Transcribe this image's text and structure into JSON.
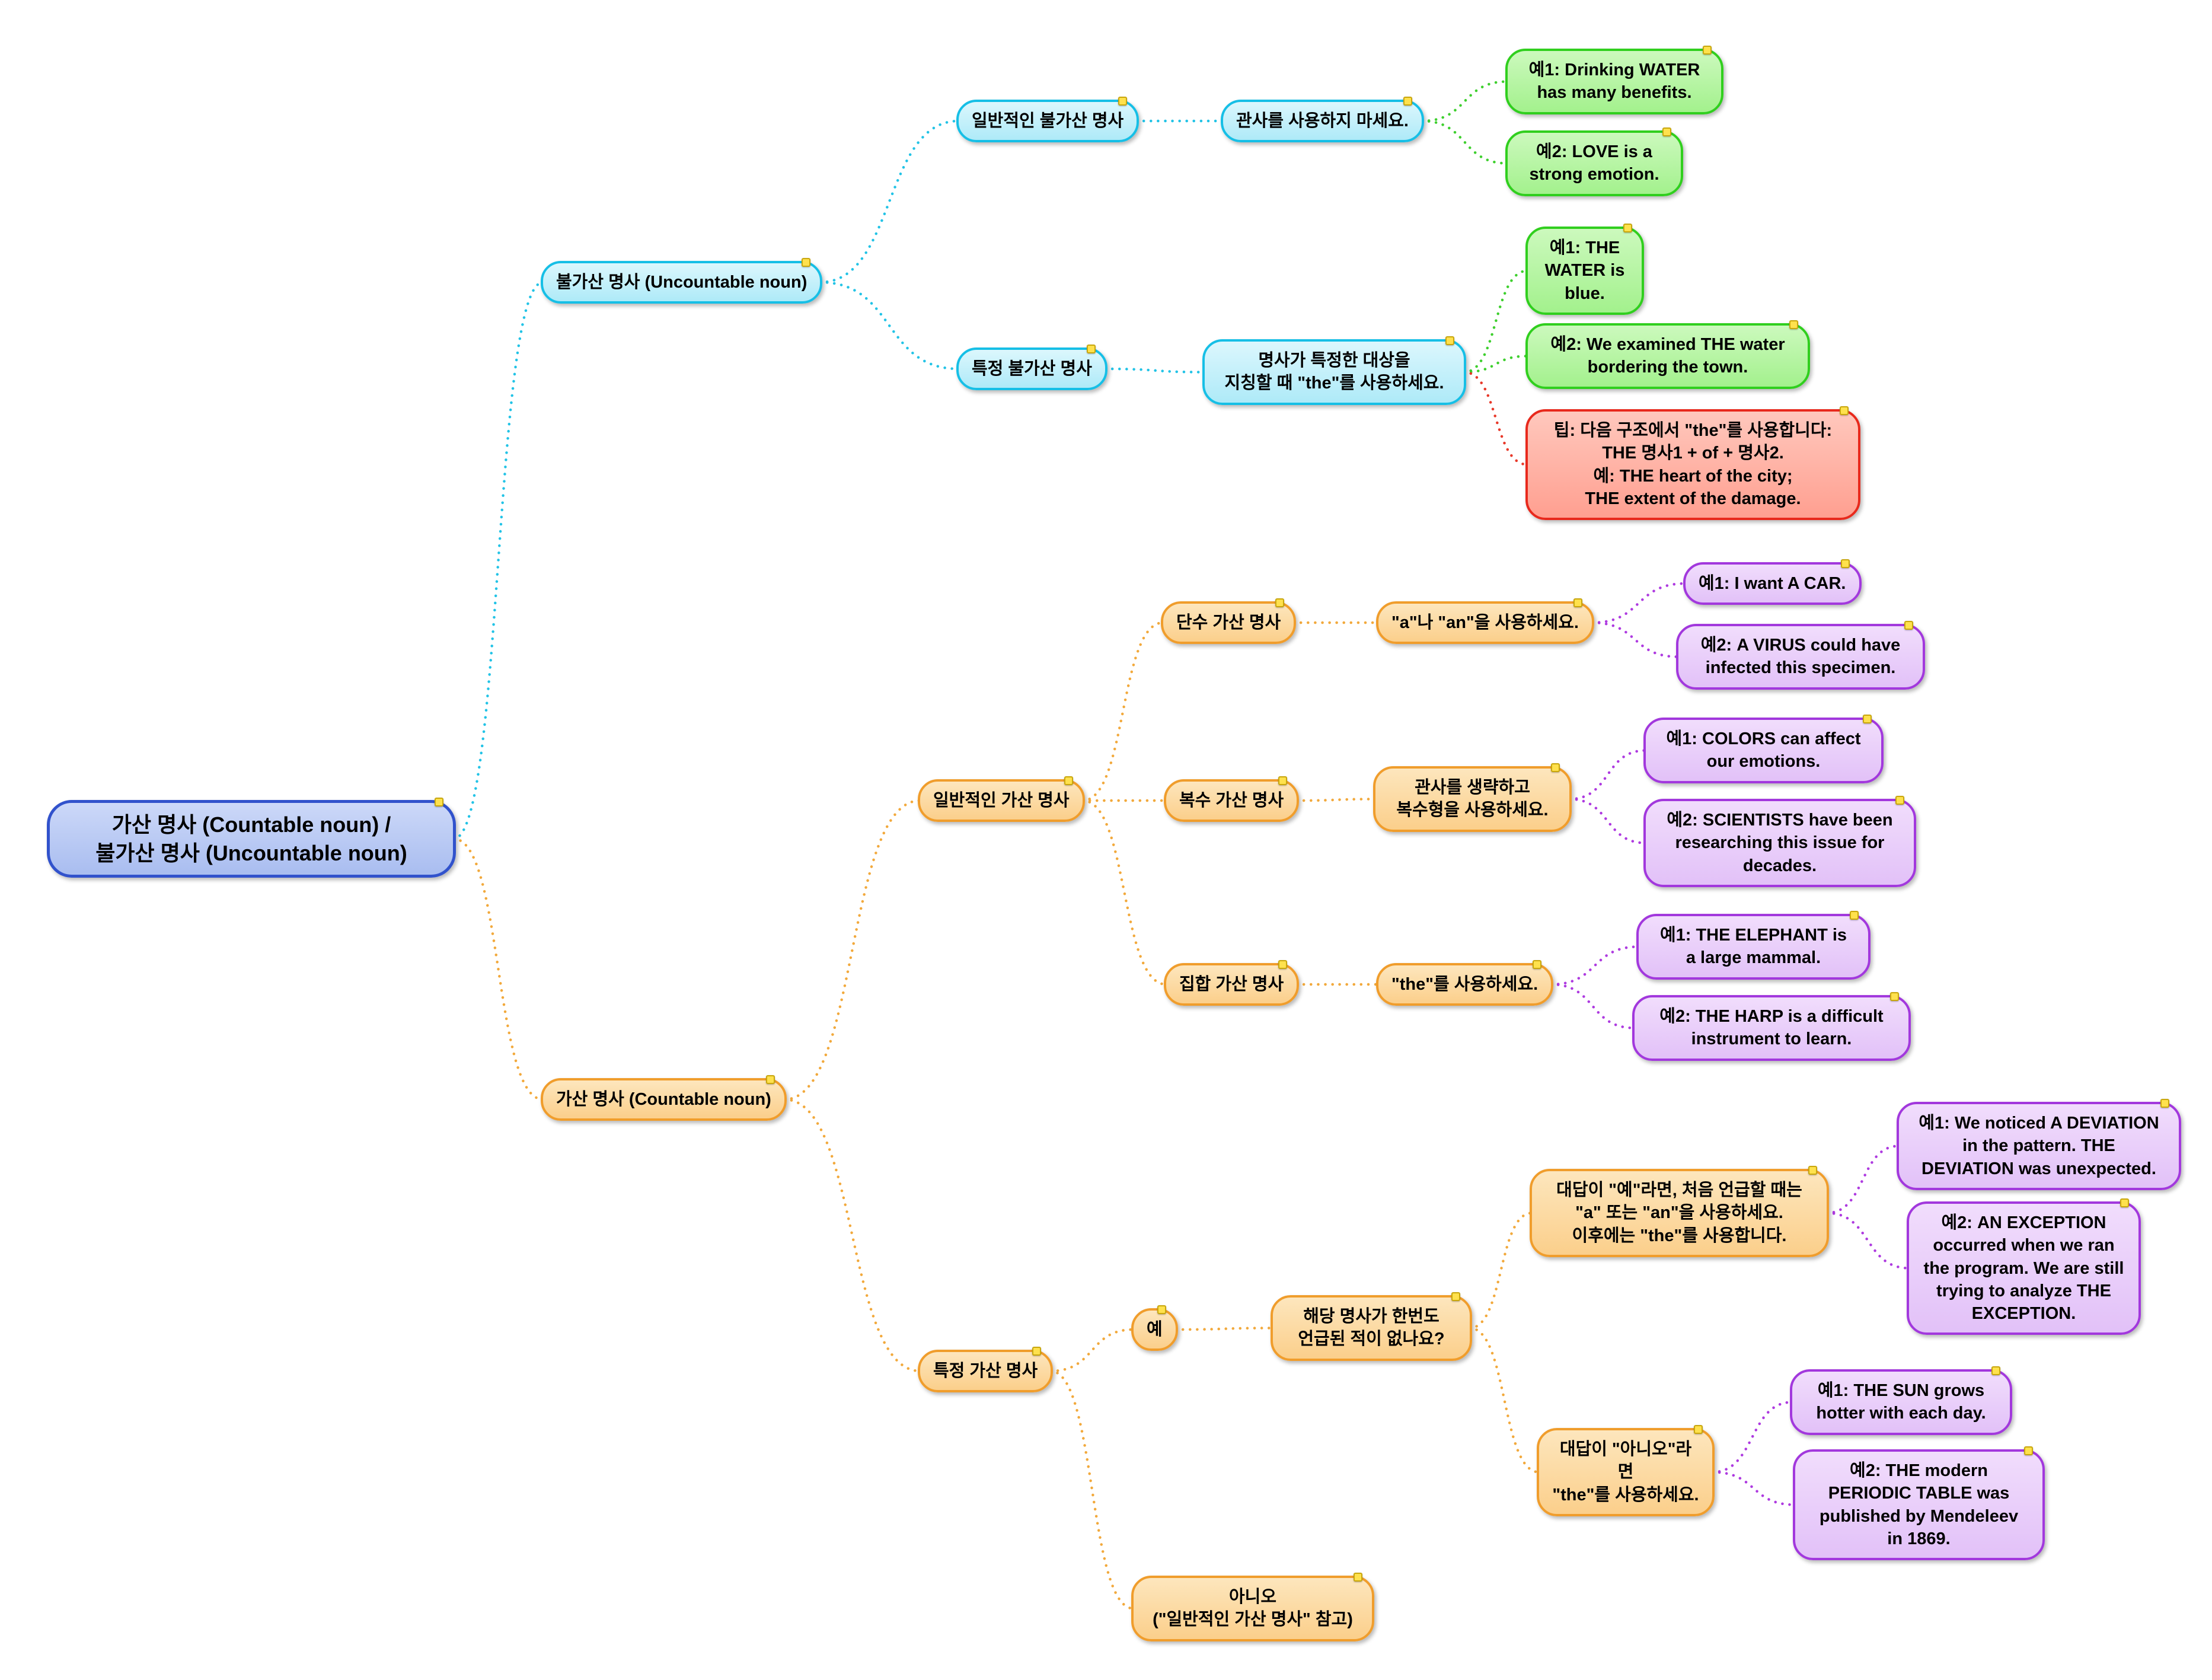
{
  "colors": {
    "cyan": "#22c3e6",
    "green": "#3ecf2e",
    "red": "#e8392a",
    "orange": "#f2a93c",
    "purple": "#ae3ae0"
  },
  "nodes": {
    "root": {
      "label": "가산 명사 (Countable noun) /\n불가산 명사 (Uncountable noun)"
    },
    "uncountable": {
      "label": "불가산 명사 (Uncountable noun)"
    },
    "unc_general": {
      "label": "일반적인 불가산 명사"
    },
    "unc_general_rule": {
      "label": "관사를 사용하지 마세요."
    },
    "unc_ex1": {
      "label": "예1: Drinking WATER\nhas many benefits."
    },
    "unc_ex2": {
      "label": "예2: LOVE is a\nstrong emotion."
    },
    "unc_specific": {
      "label": "특정 불가산 명사"
    },
    "unc_specific_rule": {
      "label": "명사가 특정한 대상을\n지칭할 때 \"the\"를 사용하세요."
    },
    "unc_spec_ex1": {
      "label": "예1: THE\nWATER is\nblue."
    },
    "unc_spec_ex2": {
      "label": "예2: We examined THE water\nbordering the town."
    },
    "unc_tip": {
      "label": "팁: 다음 구조에서 \"the\"를 사용합니다:\nTHE 명사1 + of + 명사2.\n예: THE heart of the city;\nTHE extent of the damage."
    },
    "countable": {
      "label": "가산 명사 (Countable noun)"
    },
    "cnt_general": {
      "label": "일반적인 가산 명사"
    },
    "singular": {
      "label": "단수 가산 명사"
    },
    "singular_rule": {
      "label": "\"a\"나 \"an\"을 사용하세요."
    },
    "sing_ex1": {
      "label": "예1: I want A CAR."
    },
    "sing_ex2": {
      "label": "예2: A VIRUS could have\ninfected this specimen."
    },
    "plural": {
      "label": "복수 가산 명사"
    },
    "plural_rule": {
      "label": "관사를 생략하고\n복수형을 사용하세요."
    },
    "plu_ex1": {
      "label": "예1: COLORS can affect\nour emotions."
    },
    "plu_ex2": {
      "label": "예2: SCIENTISTS have been\nresearching this issue for\ndecades."
    },
    "collective": {
      "label": "집합 가산 명사"
    },
    "collective_rule": {
      "label": "\"the\"를 사용하세요."
    },
    "col_ex1": {
      "label": "예1: THE ELEPHANT is\na large mammal."
    },
    "col_ex2": {
      "label": "예2: THE HARP is a difficult\ninstrument to learn."
    },
    "cnt_specific": {
      "label": "특정 가산 명사"
    },
    "yes": {
      "label": "예"
    },
    "yes_q": {
      "label": "해당 명사가 한번도\n언급된 적이 없나요?"
    },
    "yes_first": {
      "label": "대답이 \"예\"라면, 처음 언급할 때는\n\"a\" 또는 \"an\"을 사용하세요.\n이후에는 \"the\"를 사용합니다."
    },
    "yes_first_ex1": {
      "label": "예1: We noticed A DEVIATION\nin the pattern. THE\nDEVIATION was unexpected."
    },
    "yes_first_ex2": {
      "label": "예2: AN EXCEPTION\noccurred when we ran\nthe program. We are still\ntrying to analyze THE\nEXCEPTION."
    },
    "yes_no": {
      "label": "대답이 \"아니오\"라면\n\"the\"를 사용하세요."
    },
    "no_ex1": {
      "label": "예1: THE SUN grows\nhotter with each day."
    },
    "no_ex2": {
      "label": "예2: THE modern\nPERIODIC TABLE was\npublished by Mendeleev\nin 1869."
    },
    "no_ref": {
      "label": "아니오\n(\"일반적인 가산 명사\" 참고)"
    }
  },
  "edges": [
    {
      "from": "root",
      "to": "uncountable",
      "color": "cyan"
    },
    {
      "from": "uncountable",
      "to": "unc_general",
      "color": "cyan"
    },
    {
      "from": "unc_general",
      "to": "unc_general_rule",
      "color": "cyan"
    },
    {
      "from": "unc_general_rule",
      "to": "unc_ex1",
      "color": "green"
    },
    {
      "from": "unc_general_rule",
      "to": "unc_ex2",
      "color": "green"
    },
    {
      "from": "uncountable",
      "to": "unc_specific",
      "color": "cyan"
    },
    {
      "from": "unc_specific",
      "to": "unc_specific_rule",
      "color": "cyan"
    },
    {
      "from": "unc_specific_rule",
      "to": "unc_spec_ex1",
      "color": "green"
    },
    {
      "from": "unc_specific_rule",
      "to": "unc_spec_ex2",
      "color": "green"
    },
    {
      "from": "unc_specific_rule",
      "to": "unc_tip",
      "color": "red"
    },
    {
      "from": "root",
      "to": "countable",
      "color": "orange"
    },
    {
      "from": "countable",
      "to": "cnt_general",
      "color": "orange"
    },
    {
      "from": "cnt_general",
      "to": "singular",
      "color": "orange"
    },
    {
      "from": "singular",
      "to": "singular_rule",
      "color": "orange"
    },
    {
      "from": "singular_rule",
      "to": "sing_ex1",
      "color": "purple"
    },
    {
      "from": "singular_rule",
      "to": "sing_ex2",
      "color": "purple"
    },
    {
      "from": "cnt_general",
      "to": "plural",
      "color": "orange"
    },
    {
      "from": "plural",
      "to": "plural_rule",
      "color": "orange"
    },
    {
      "from": "plural_rule",
      "to": "plu_ex1",
      "color": "purple"
    },
    {
      "from": "plural_rule",
      "to": "plu_ex2",
      "color": "purple"
    },
    {
      "from": "cnt_general",
      "to": "collective",
      "color": "orange"
    },
    {
      "from": "collective",
      "to": "collective_rule",
      "color": "orange"
    },
    {
      "from": "collective_rule",
      "to": "col_ex1",
      "color": "purple"
    },
    {
      "from": "collective_rule",
      "to": "col_ex2",
      "color": "purple"
    },
    {
      "from": "countable",
      "to": "cnt_specific",
      "color": "orange"
    },
    {
      "from": "cnt_specific",
      "to": "yes",
      "color": "orange"
    },
    {
      "from": "yes",
      "to": "yes_q",
      "color": "orange"
    },
    {
      "from": "yes_q",
      "to": "yes_first",
      "color": "orange"
    },
    {
      "from": "yes_first",
      "to": "yes_first_ex1",
      "color": "purple"
    },
    {
      "from": "yes_first",
      "to": "yes_first_ex2",
      "color": "purple"
    },
    {
      "from": "yes_q",
      "to": "yes_no",
      "color": "orange"
    },
    {
      "from": "yes_no",
      "to": "no_ex1",
      "color": "purple"
    },
    {
      "from": "yes_no",
      "to": "no_ex2",
      "color": "purple"
    },
    {
      "from": "cnt_specific",
      "to": "no_ref",
      "color": "orange"
    }
  ]
}
